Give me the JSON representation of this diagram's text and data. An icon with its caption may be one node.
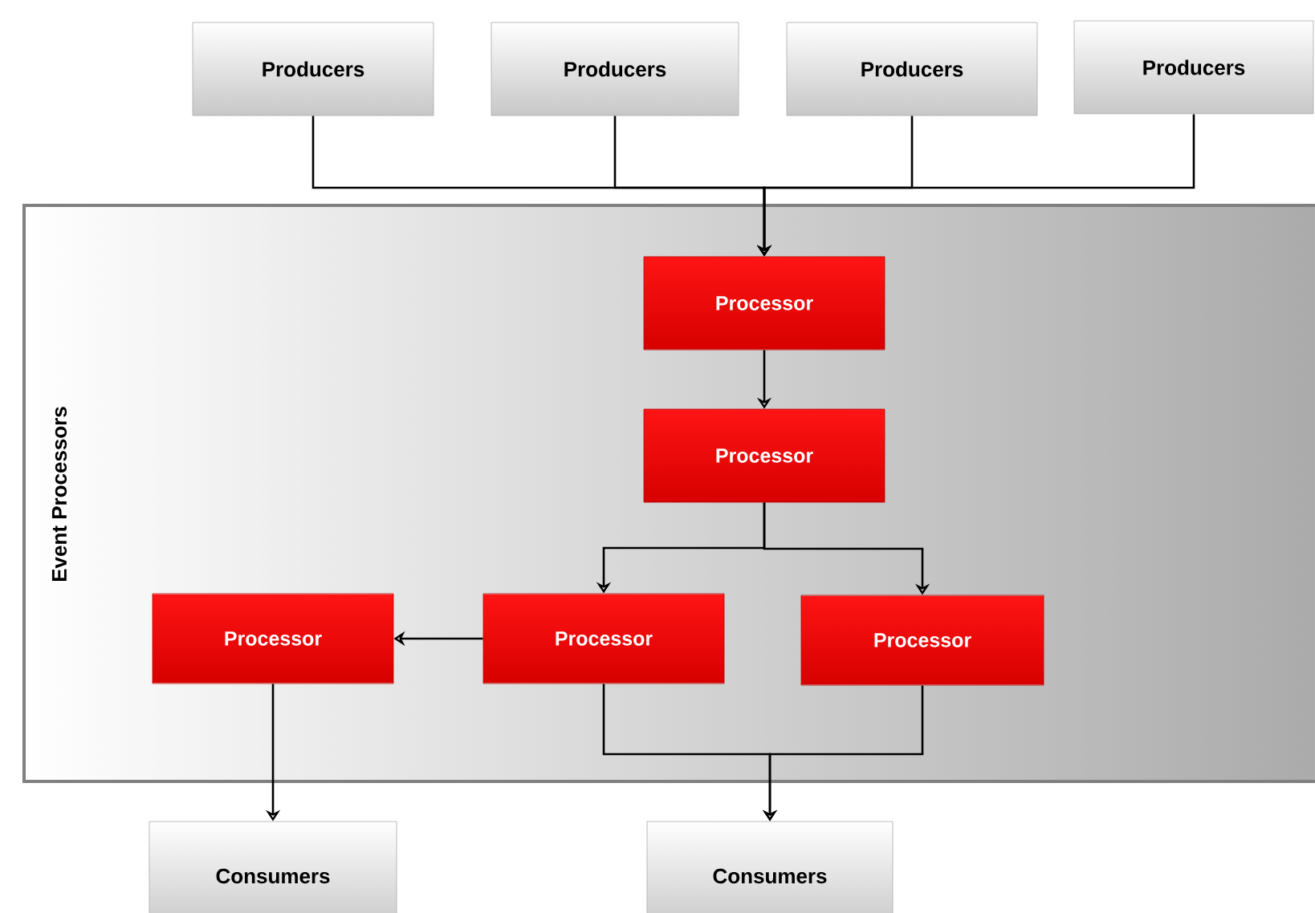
{
  "diagram": {
    "nodes": [
      {
        "text": [
          "Producers"
        ]
      },
      {
        "text": [
          "Producers"
        ]
      },
      {
        "text": [
          "Producers"
        ]
      },
      {
        "text": [
          "Producers"
        ]
      },
      {
        "text": [
          "Event Processors"
        ]
      },
      {
        "text": [
          "Processor"
        ],
        "in": 4
      },
      {
        "text": [
          "Processor"
        ],
        "in": 4
      },
      {
        "text": [
          "Processor"
        ],
        "in": 4
      },
      {
        "text": [
          "Processor"
        ],
        "in": 4
      },
      {
        "text": [
          "Processor"
        ],
        "in": 4
      },
      {
        "text": [
          "Consumers"
        ]
      },
      {
        "text": [
          "Consumers"
        ]
      }
    ],
    "edges": [
      {
        "from": 0,
        "to": 5,
        "arrow": "to"
      },
      {
        "from": 1,
        "to": 5,
        "arrow": "to"
      },
      {
        "from": 2,
        "to": 5,
        "arrow": "to"
      },
      {
        "from": 3,
        "to": 5,
        "arrow": "to"
      },
      {
        "from": 5,
        "to": 6,
        "arrow": "to"
      },
      {
        "from": 6,
        "to": 8,
        "arrow": "to"
      },
      {
        "from": 6,
        "to": 9,
        "arrow": "to"
      },
      {
        "from": 8,
        "to": 7,
        "arrow": "to"
      },
      {
        "from": 7,
        "to": 10,
        "arrow": "to"
      },
      {
        "from": 8,
        "to": 11,
        "arrow": "to"
      },
      {
        "from": 9,
        "to": 11,
        "arrow": "to"
      }
    ]
  }
}
